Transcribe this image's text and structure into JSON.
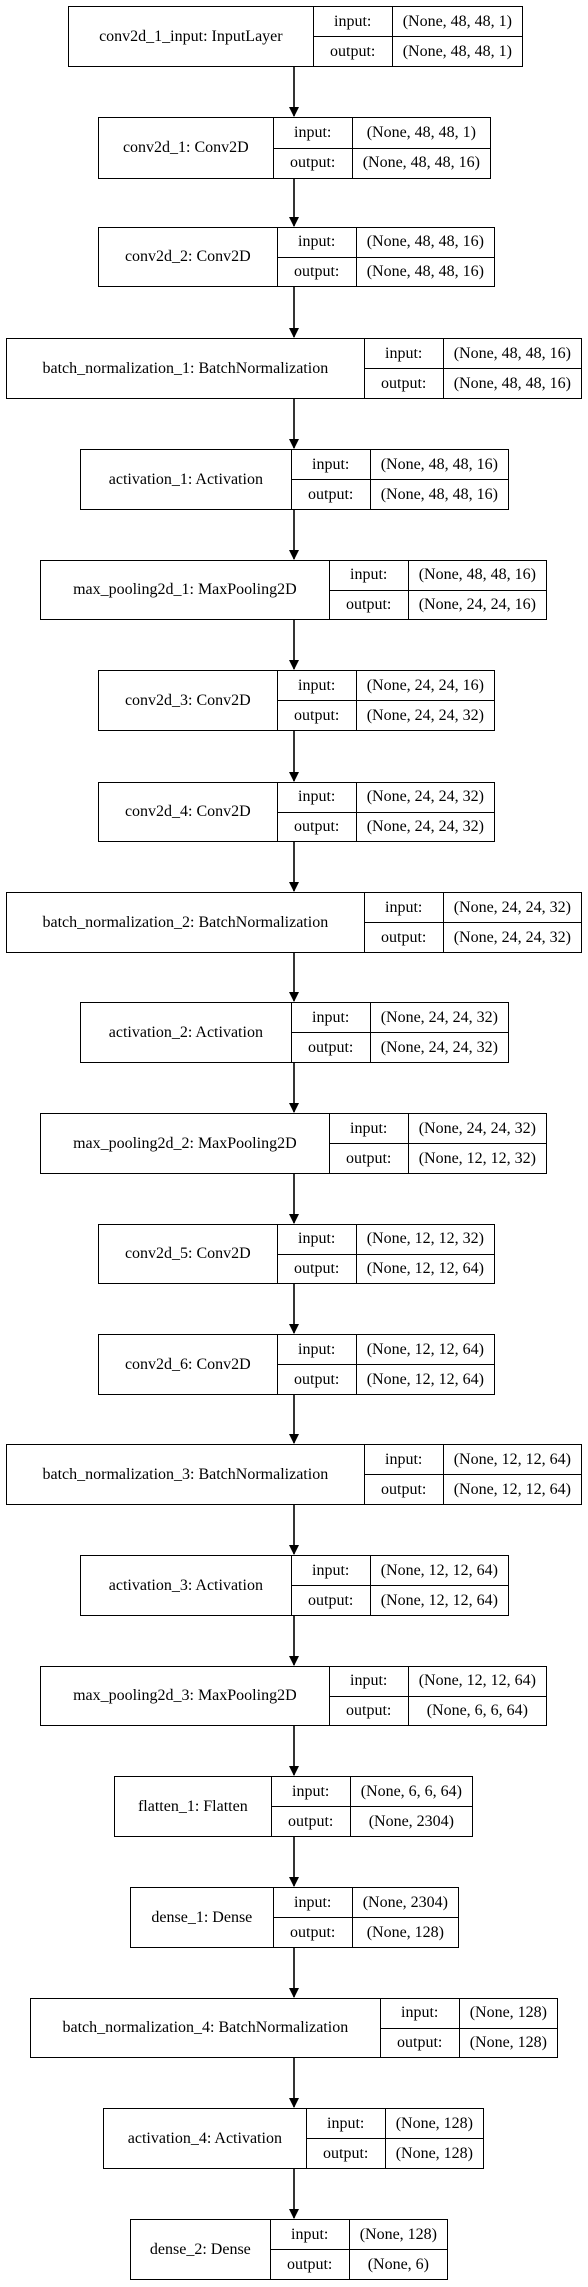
{
  "labels": {
    "input": "input:",
    "output": "output:"
  },
  "layers": [
    {
      "name": "conv2d_1_input: InputLayer",
      "input": "(None, 48, 48, 1)",
      "output": "(None, 48, 48, 1)"
    },
    {
      "name": "conv2d_1: Conv2D",
      "input": "(None, 48, 48, 1)",
      "output": "(None, 48, 48, 16)"
    },
    {
      "name": "conv2d_2: Conv2D",
      "input": "(None, 48, 48, 16)",
      "output": "(None, 48, 48, 16)"
    },
    {
      "name": "batch_normalization_1: BatchNormalization",
      "input": "(None, 48, 48, 16)",
      "output": "(None, 48, 48, 16)"
    },
    {
      "name": "activation_1: Activation",
      "input": "(None, 48, 48, 16)",
      "output": "(None, 48, 48, 16)"
    },
    {
      "name": "max_pooling2d_1: MaxPooling2D",
      "input": "(None, 48, 48, 16)",
      "output": "(None, 24, 24, 16)"
    },
    {
      "name": "conv2d_3: Conv2D",
      "input": "(None, 24, 24, 16)",
      "output": "(None, 24, 24, 32)"
    },
    {
      "name": "conv2d_4: Conv2D",
      "input": "(None, 24, 24, 32)",
      "output": "(None, 24, 24, 32)"
    },
    {
      "name": "batch_normalization_2: BatchNormalization",
      "input": "(None, 24, 24, 32)",
      "output": "(None, 24, 24, 32)"
    },
    {
      "name": "activation_2: Activation",
      "input": "(None, 24, 24, 32)",
      "output": "(None, 24, 24, 32)"
    },
    {
      "name": "max_pooling2d_2: MaxPooling2D",
      "input": "(None, 24, 24, 32)",
      "output": "(None, 12, 12, 32)"
    },
    {
      "name": "conv2d_5: Conv2D",
      "input": "(None, 12, 12, 32)",
      "output": "(None, 12, 12, 64)"
    },
    {
      "name": "conv2d_6: Conv2D",
      "input": "(None, 12, 12, 64)",
      "output": "(None, 12, 12, 64)"
    },
    {
      "name": "batch_normalization_3: BatchNormalization",
      "input": "(None, 12, 12, 64)",
      "output": "(None, 12, 12, 64)"
    },
    {
      "name": "activation_3: Activation",
      "input": "(None, 12, 12, 64)",
      "output": "(None, 12, 12, 64)"
    },
    {
      "name": "max_pooling2d_3: MaxPooling2D",
      "input": "(None, 12, 12, 64)",
      "output": "(None, 6, 6, 64)"
    },
    {
      "name": "flatten_1: Flatten",
      "input": "(None, 6, 6, 64)",
      "output": "(None, 2304)"
    },
    {
      "name": "dense_1: Dense",
      "input": "(None, 2304)",
      "output": "(None, 128)"
    },
    {
      "name": "batch_normalization_4: BatchNormalization",
      "input": "(None, 128)",
      "output": "(None, 128)"
    },
    {
      "name": "activation_4: Activation",
      "input": "(None, 128)",
      "output": "(None, 128)"
    },
    {
      "name": "dense_2: Dense",
      "input": "(None, 128)",
      "output": "(None, 6)"
    }
  ]
}
